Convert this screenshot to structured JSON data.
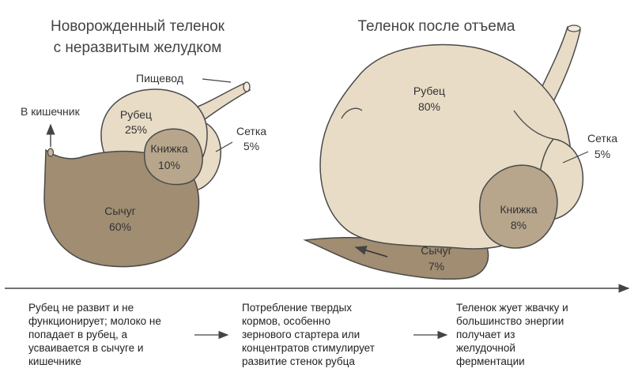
{
  "left_title": {
    "line1": "Новорожденный теленок",
    "line2": "с неразвитым желудком"
  },
  "right_title": "Теленок после отъема",
  "newborn": {
    "esophagus": "Пищевод",
    "to_intestine": "В кишечник",
    "rumen": {
      "name": "Рубец",
      "percent": "25%"
    },
    "reticulum": {
      "name": "Сетка",
      "percent": "5%"
    },
    "omasum": {
      "name": "Книжка",
      "percent": "10%"
    },
    "abomasum": {
      "name": "Сычуг",
      "percent": "60%"
    }
  },
  "weaned": {
    "rumen": {
      "name": "Рубец",
      "percent": "80%"
    },
    "reticulum": {
      "name": "Сетка",
      "percent": "5%"
    },
    "omasum": {
      "name": "Книжка",
      "percent": "8%"
    },
    "abomasum": {
      "name": "Сычуг",
      "percent": "7%"
    }
  },
  "steps": [
    "Рубец не развит и не\nфункционирует; молоко не\nпопадает в рубец, а\nусваивается в сычуге и\nкишечнике",
    "Потребление твердых\nкормов, особенно\nзернового стартера или\nконцентратов стимулирует\nразвитие стенок рубца",
    "Теленок жует жвачку и\nбольшинство энергии\nполучает из\nжелудочной\nферментации"
  ],
  "colors": {
    "rumen_fill": "#e8dcc6",
    "abomasum_fill": "#a08d72",
    "omasum_fill": "#b7a68c",
    "outline": "#4a4a4a"
  }
}
